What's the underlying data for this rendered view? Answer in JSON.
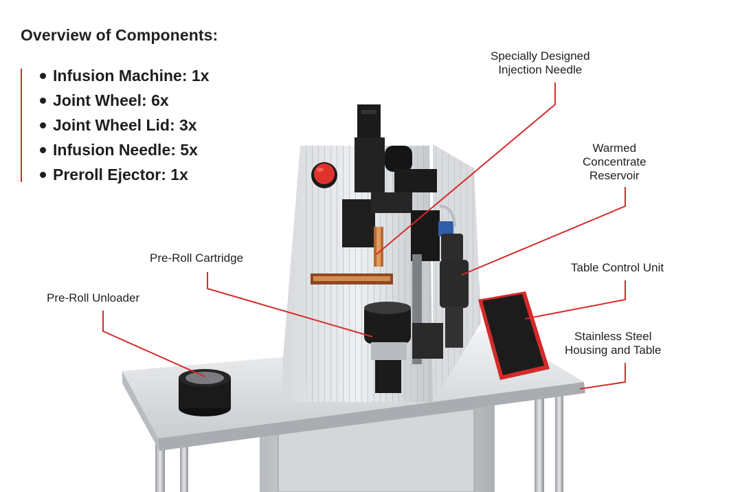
{
  "heading": "Overview of Components:",
  "components": [
    "Infusion Machine: 1x",
    "Joint Wheel: 6x",
    "Joint Wheel Lid: 3x",
    "Infusion Needle: 5x",
    "Preroll Ejector: 1x"
  ],
  "callouts": {
    "needle": [
      "Specially Designed",
      "Injection Needle"
    ],
    "reservoir": [
      "Warmed",
      "Concentrate",
      "Reservoir"
    ],
    "cartridge": [
      "Pre-Roll Cartridge"
    ],
    "control": [
      "Table Control Unit"
    ],
    "unloader": [
      "Pre-Roll Unloader"
    ],
    "housing": [
      "Stainless Steel",
      "Housing and Table"
    ]
  },
  "colors": {
    "accent": "#d42a2a",
    "text": "#1e1e1e",
    "steel": "#c9ccd0",
    "machine_black": "#1b1b1b"
  }
}
